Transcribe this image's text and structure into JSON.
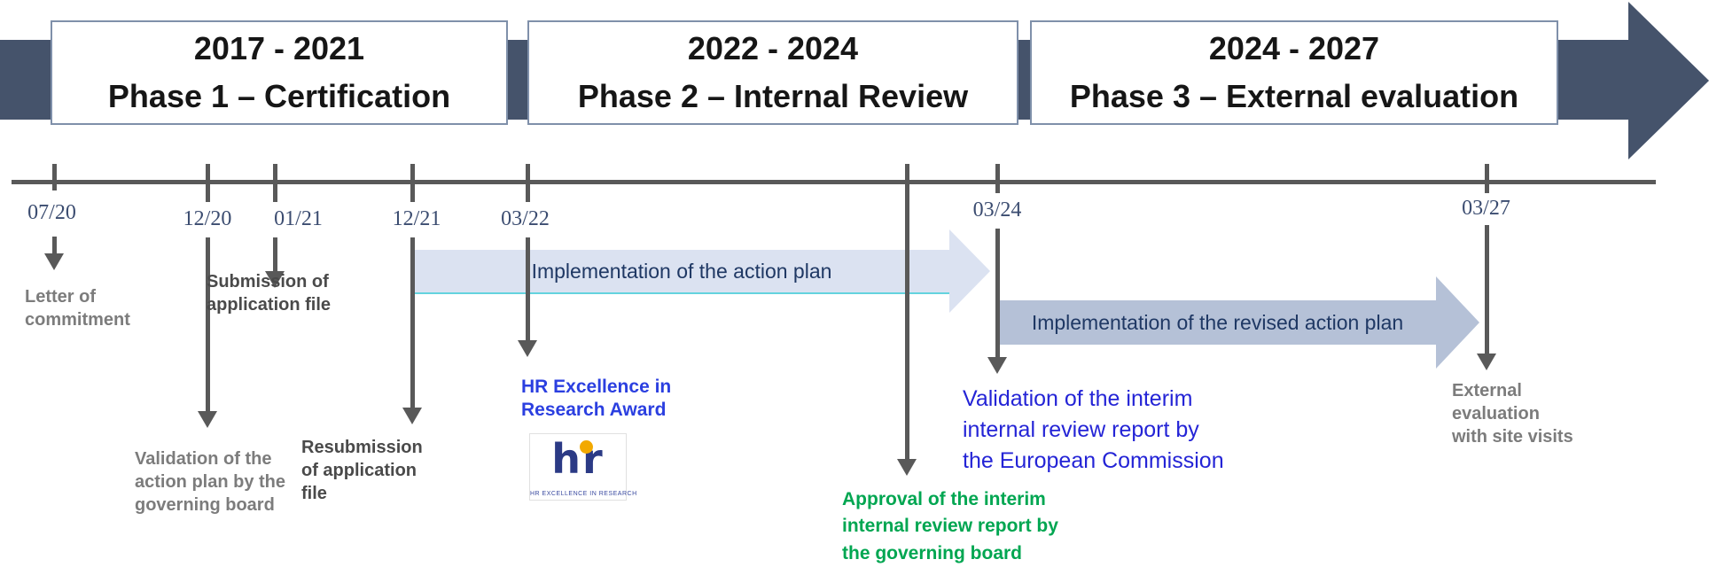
{
  "phases": [
    {
      "years": "2017 - 2021",
      "title": "Phase 1 – Certification"
    },
    {
      "years": "2022 - 2024",
      "title": "Phase 2 – Internal Review"
    },
    {
      "years": "2024 - 2027",
      "title": "Phase 3 – External evaluation"
    }
  ],
  "timeline": {
    "dates": [
      "07/20",
      "12/20",
      "01/21",
      "12/21",
      "03/22",
      "03/24",
      "03/27"
    ]
  },
  "bands": [
    {
      "label": "Implementation of the action plan"
    },
    {
      "label": "Implementation of the revised action plan"
    }
  ],
  "events": {
    "letter": "Letter of commitment",
    "validation_plan": "Validation of the action plan by the governing board",
    "submission": "Submission of application file",
    "resubmission": "Resubmission of application file",
    "award": "HR Excellence in Research Award",
    "approval_interim": "Approval of the interim internal review report by the governing board",
    "validation_interim": "Validation of the interim internal review report by the European Commission",
    "external_eval": "External evaluation with site visits"
  },
  "logo": {
    "glyphs": "hr",
    "caption": "HR EXCELLENCE IN RESEARCH"
  },
  "colors": {
    "big_arrow": "#45536b",
    "timeline_line": "#595959",
    "date_text": "#3b4c70",
    "band1_fill": "#dbe2f1",
    "band1_edge": "#64d3de",
    "band2_fill": "#b5c1d7",
    "band_text": "#1f3864",
    "event_gray": "#7c7c7c",
    "event_dark_gray": "#4a4a4a",
    "green_text": "#00a651",
    "blue_text": "#2424d6",
    "award_blue": "#2b3fe0",
    "logo_navy": "#2b3a85",
    "logo_dot": "#f2a900"
  }
}
